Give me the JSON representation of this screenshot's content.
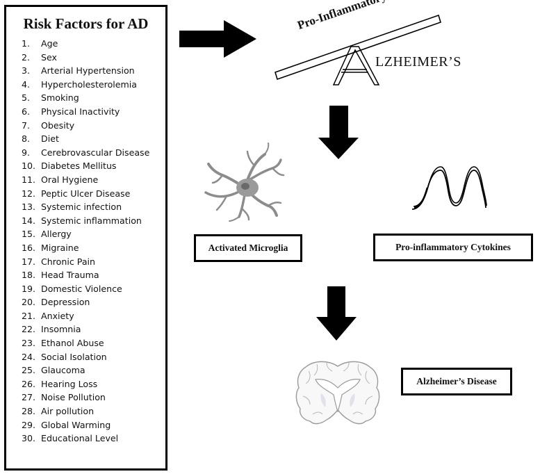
{
  "risk_factors": {
    "title": "Risk Factors for AD",
    "items": [
      {
        "num": "1.",
        "label": "Age"
      },
      {
        "num": "2.",
        "label": "Sex"
      },
      {
        "num": "3.",
        "label": "Arterial Hypertension"
      },
      {
        "num": "4.",
        "label": "Hypercholesterolemia"
      },
      {
        "num": "5.",
        "label": "Smoking"
      },
      {
        "num": "6.",
        "label": "Physical Inactivity"
      },
      {
        "num": "7.",
        "label": "Obesity"
      },
      {
        "num": "8.",
        "label": "Diet"
      },
      {
        "num": "9.",
        "label": "Cerebrovascular Disease"
      },
      {
        "num": "10.",
        "label": "Diabetes Mellitus"
      },
      {
        "num": "11.",
        "label": "Oral Hygiene"
      },
      {
        "num": "12.",
        "label": "Peptic Ulcer Disease"
      },
      {
        "num": "13.",
        "label": "Systemic infection"
      },
      {
        "num": "14.",
        "label": "Systemic inflammation"
      },
      {
        "num": "15.",
        "label": "Allergy"
      },
      {
        "num": "16.",
        "label": "Migraine"
      },
      {
        "num": "17.",
        "label": "Chronic Pain"
      },
      {
        "num": "18.",
        "label": "Head Trauma"
      },
      {
        "num": "19.",
        "label": "Domestic Violence"
      },
      {
        "num": "20.",
        "label": "Depression"
      },
      {
        "num": "21.",
        "label": "Anxiety"
      },
      {
        "num": "22.",
        "label": "Insomnia"
      },
      {
        "num": "23.",
        "label": "Ethanol Abuse"
      },
      {
        "num": "24.",
        "label": "Social Isolation"
      },
      {
        "num": "25.",
        "label": "Glaucoma"
      },
      {
        "num": "26.",
        "label": "Hearing Loss"
      },
      {
        "num": "27.",
        "label": "Noise Pollution"
      },
      {
        "num": "28.",
        "label": "Air pollution"
      },
      {
        "num": "29.",
        "label": "Global Warming"
      },
      {
        "num": "30.",
        "label": "Educational Level"
      }
    ]
  },
  "seesaw": {
    "label": "Pro-Inflammatory",
    "word": "LZHEIMER’S"
  },
  "nodes": {
    "microglia": "Activated Microglia",
    "cytokines": "Pro-inflammatory Cytokines",
    "disease": "Alzheimer’s Disease"
  },
  "colors": {
    "arrow": "#000000",
    "cell": "#8c8c8c",
    "brain_outline": "#9a9a9a"
  },
  "icons": [
    "right-arrow-icon",
    "down-arrow-icon",
    "microglia-icon",
    "cytokine-wave-icon",
    "brain-section-icon"
  ]
}
